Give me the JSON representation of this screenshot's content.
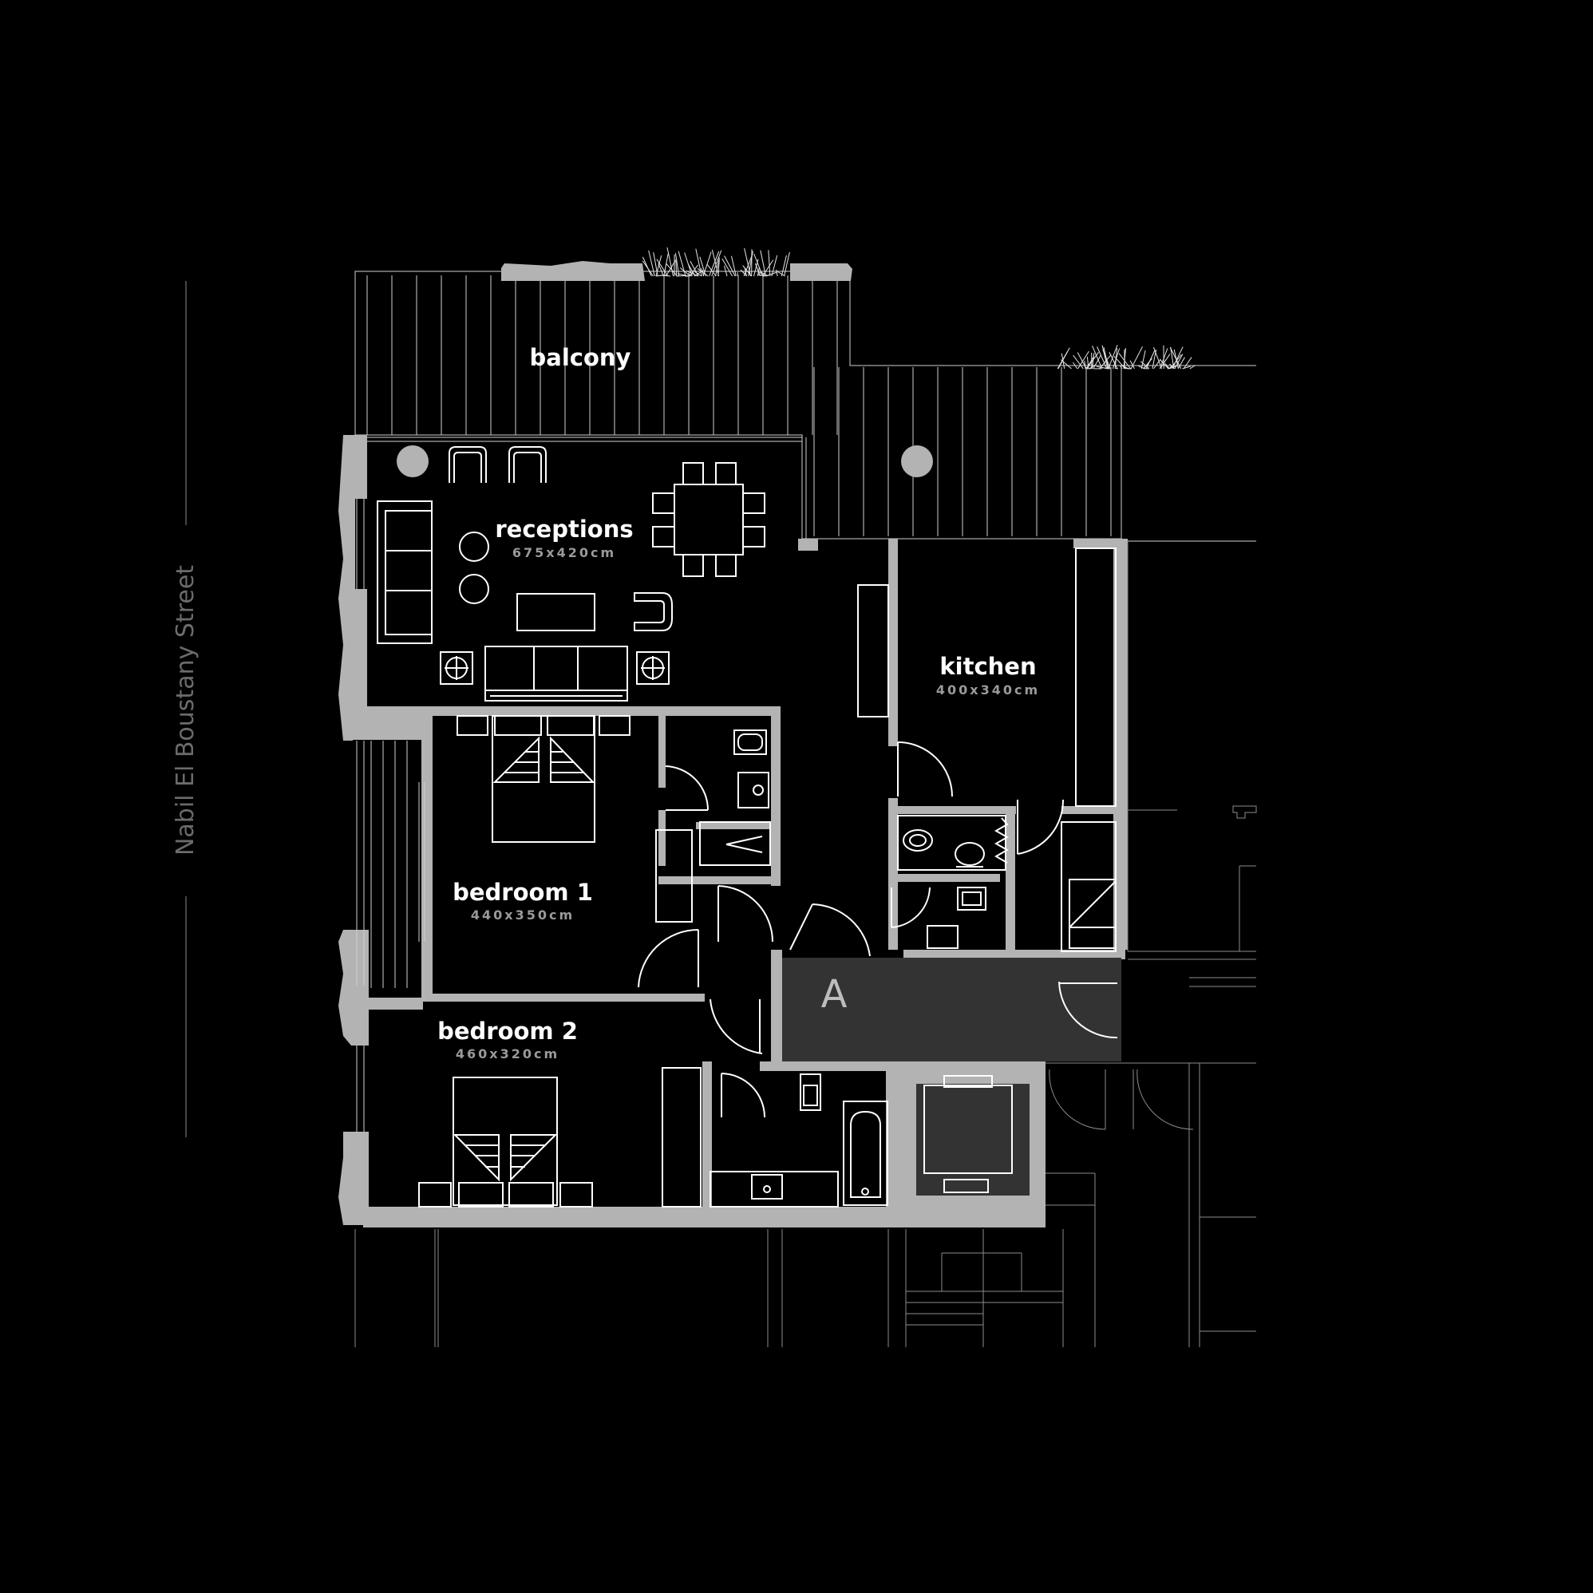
{
  "street": "Nabil El Boustany Street",
  "unit_label": "A",
  "rooms": {
    "balcony": {
      "name": "balcony"
    },
    "receptions": {
      "name": "receptions",
      "size": "675x420cm"
    },
    "kitchen": {
      "name": "kitchen",
      "size": "400x340cm"
    },
    "bedroom1": {
      "name": "bedroom 1",
      "size": "440x350cm"
    },
    "bedroom2": {
      "name": "bedroom 2",
      "size": "460x320cm"
    }
  },
  "colors": {
    "background": "#000000",
    "wall": "#b3b3b3",
    "lines": "#ffffff",
    "corridor": "#333333",
    "street_text": "#6b6b6b"
  }
}
